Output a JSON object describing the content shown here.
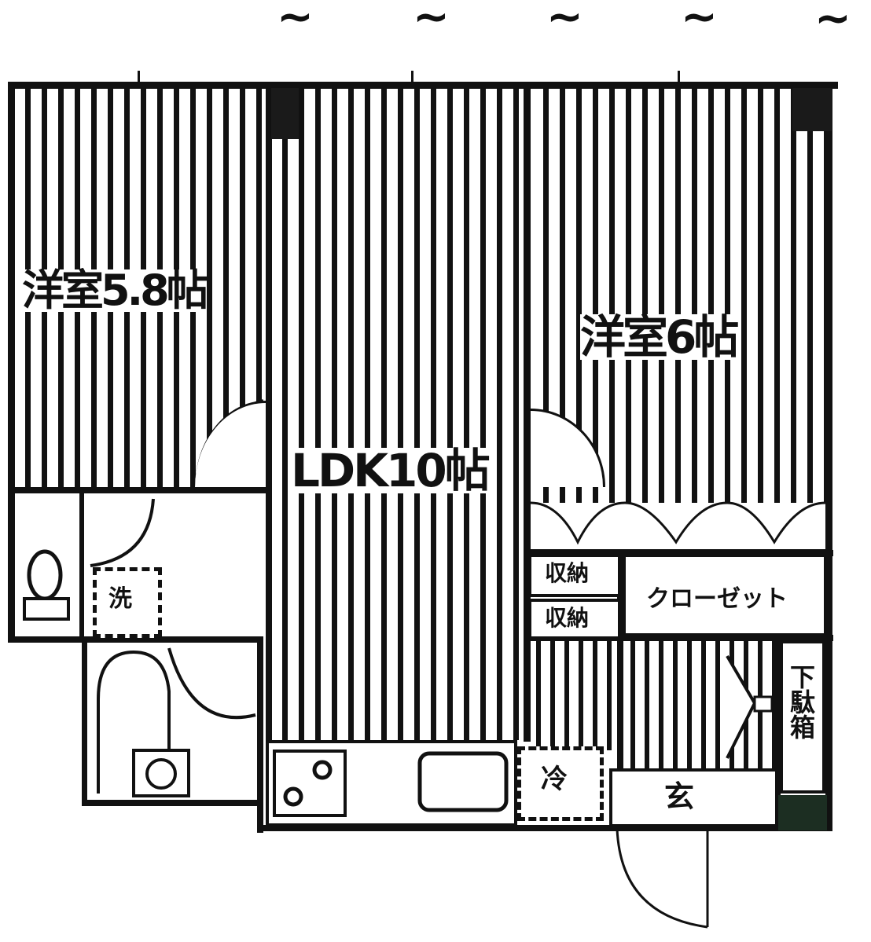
{
  "floorplan": {
    "top_marks": [
      "~",
      "~",
      "~",
      "~",
      "~"
    ],
    "rooms": {
      "western_room_left": {
        "label": "洋室5.8帖"
      },
      "ldk": {
        "label": "LDK10帖"
      },
      "western_room_right": {
        "label": "洋室6帖"
      },
      "storage_upper": {
        "label": "収納"
      },
      "storage_lower": {
        "label": "収納"
      },
      "closet": {
        "label": "クローゼット"
      },
      "shoe_box": {
        "label": "下駄箱"
      },
      "entrance": {
        "label": "玄"
      },
      "washer": {
        "label": "洗"
      },
      "fridge": {
        "label": "冷"
      }
    },
    "colors": {
      "wall": "#111111",
      "background": "#ffffff",
      "pillar": "#1a1a1a"
    }
  }
}
